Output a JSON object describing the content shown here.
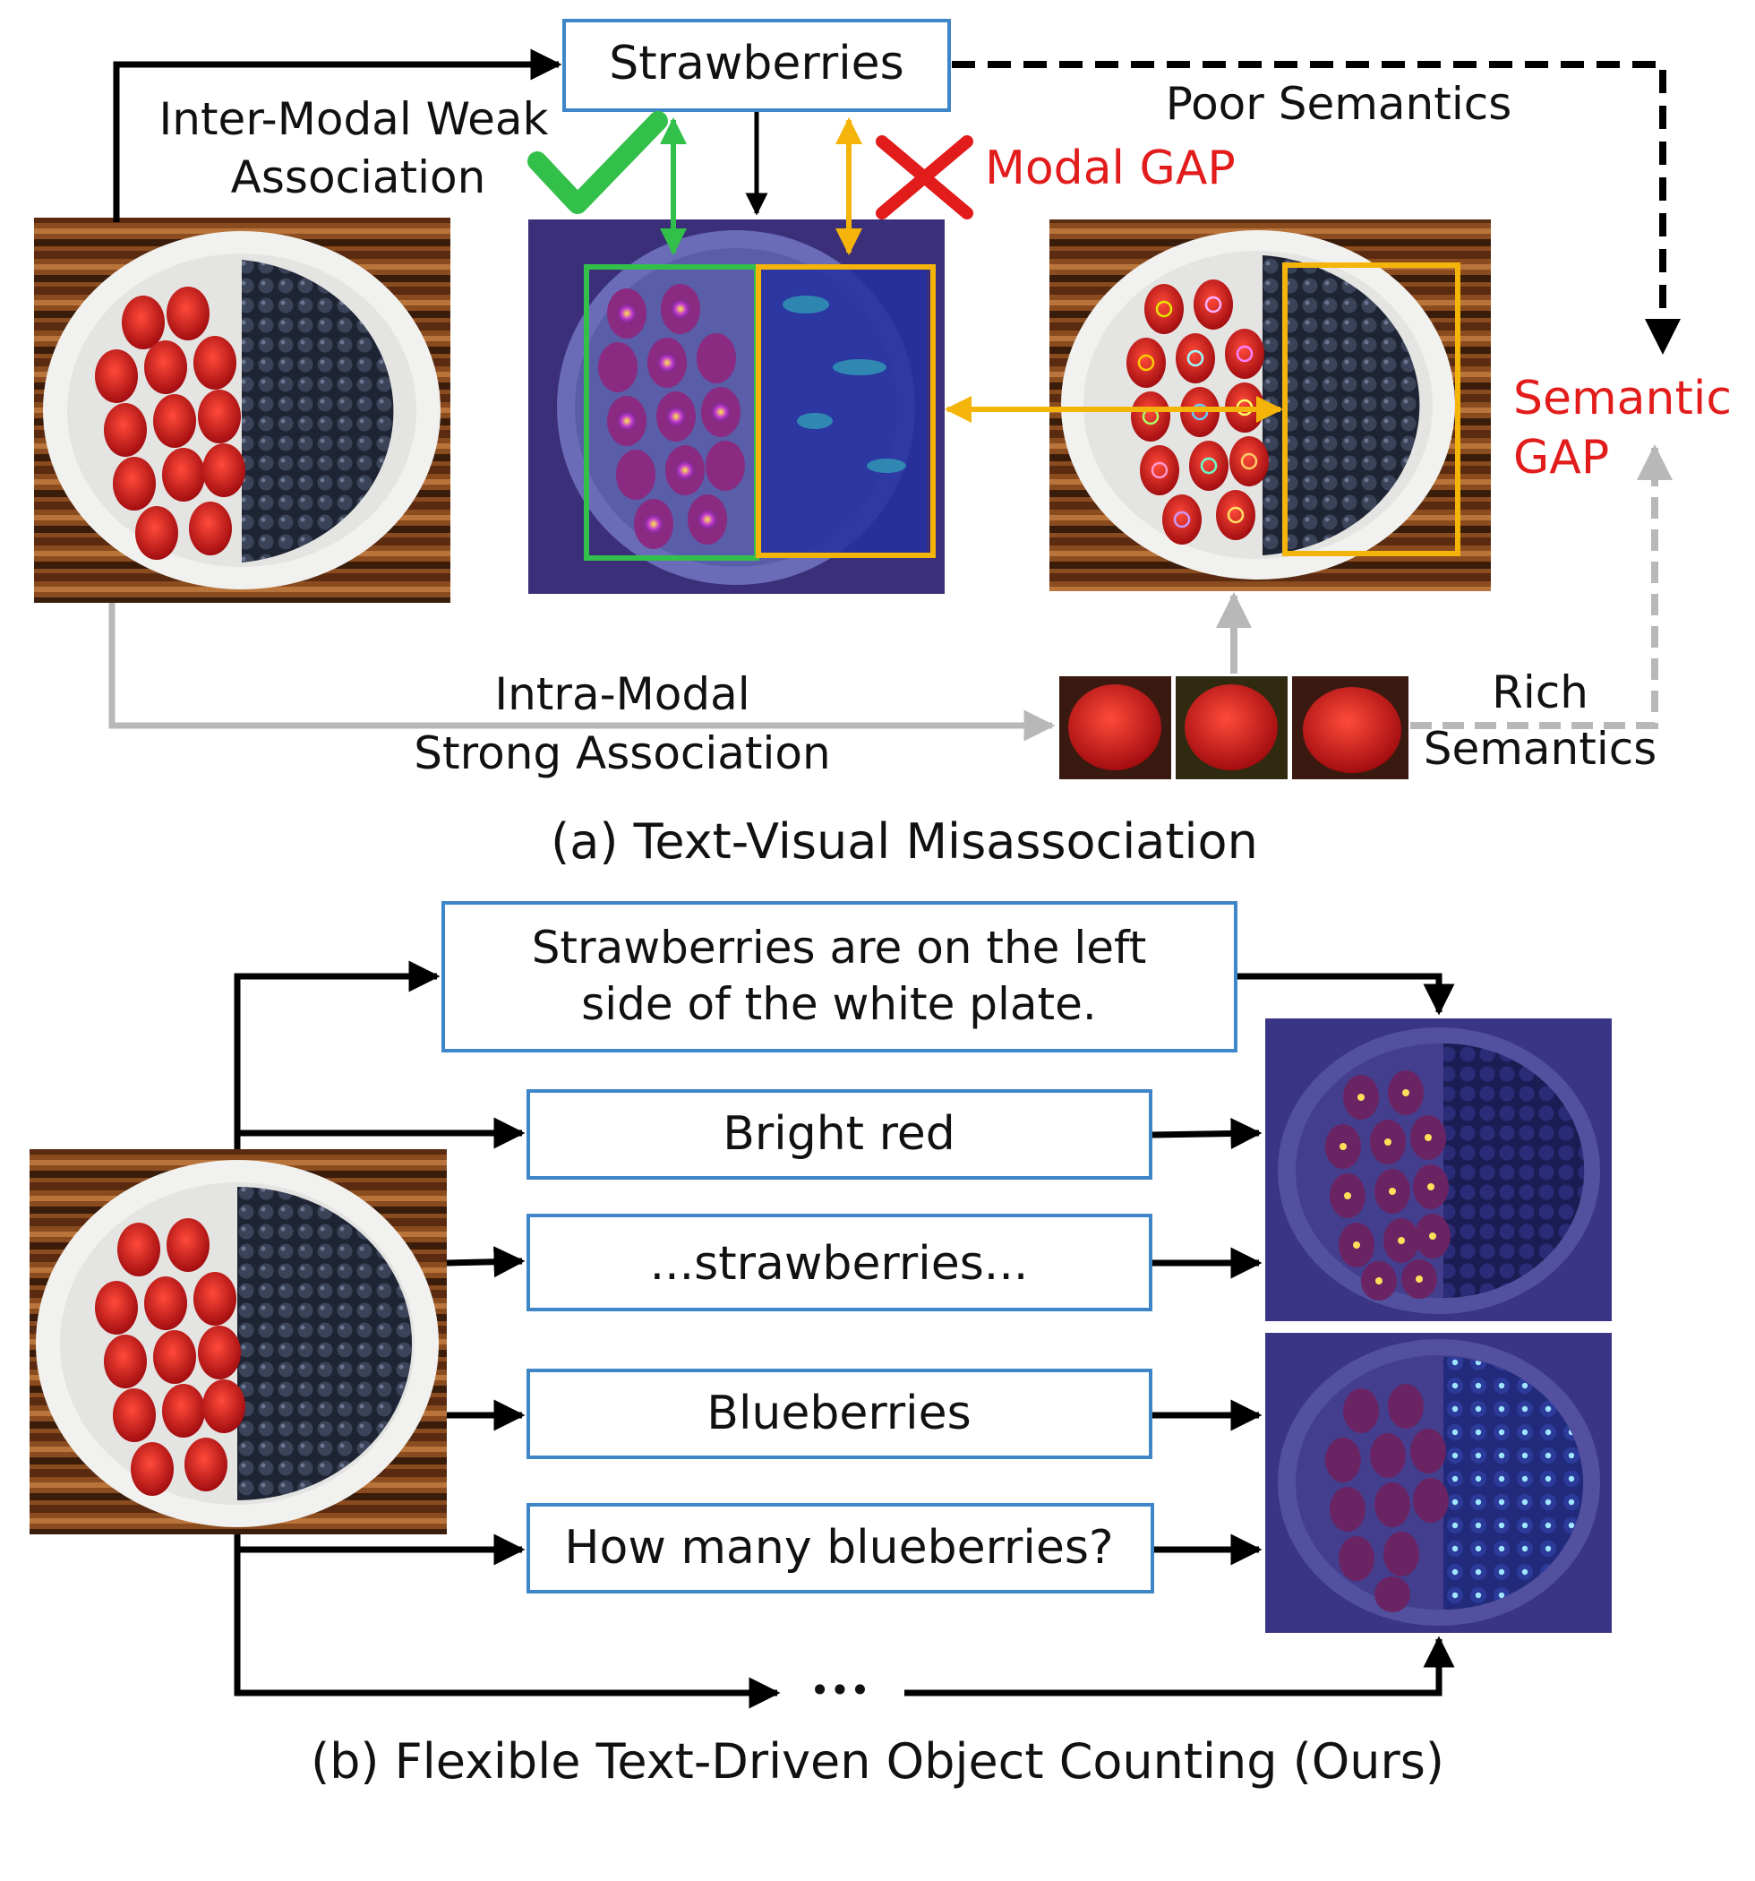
{
  "top": {
    "query_label": "Strawberries",
    "inter_modal_line1": "Inter-Modal Weak",
    "inter_modal_line2": "Association",
    "poor_semantics": "Poor Semantics",
    "modal_gap": "Modal GAP",
    "semantic_gap_line1": "Semantic",
    "semantic_gap_line2": "GAP",
    "intra_modal_line1": "Intra-Modal",
    "intra_modal_line2": "Strong Association",
    "rich_line1": "Rich",
    "rich_line2": "Semantics",
    "caption": "(a) Text-Visual Misassociation"
  },
  "bottom": {
    "prompt_sentence_line1": "Strawberries are on the left",
    "prompt_sentence_line2": "side of the white plate.",
    "prompt_bright_red": "Bright red",
    "prompt_strawberries_ellipsis": "...strawberries...",
    "prompt_blueberries": "Blueberries",
    "prompt_how_many": "How many blueberries?",
    "more_ellipsis": "•••",
    "caption": "(b) Flexible Text-Driven Object Counting (Ours)"
  },
  "colors": {
    "box_border": "#3f86c8",
    "green": "#33c04a",
    "yellow": "#f5b40a",
    "gray": "#b8b8b8",
    "red": "#e21b1b"
  }
}
